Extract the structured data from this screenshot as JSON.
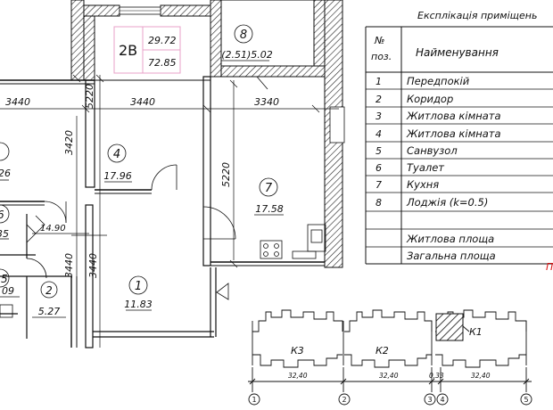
{
  "apartment": {
    "type": "2В",
    "living_area": "29.72",
    "total_area": "72.85"
  },
  "dimensions": {
    "d3440_left": "3440",
    "d3440_mid": "3440",
    "d3340": "3340",
    "v5220_top": "5220",
    "v3420": "3420",
    "v5220_right": "5220",
    "v3440_left": "3440",
    "v3440_mid": "3440",
    "h1490": "14.90"
  },
  "rooms": [
    {
      "num": "1",
      "area": "11.83"
    },
    {
      "num": "2",
      "area": "5.27"
    },
    {
      "num": "4",
      "area": "17.96"
    },
    {
      "num": "7",
      "area": "17.58"
    },
    {
      "num": "8",
      "area": "(2.51)5.02"
    }
  ],
  "cut_off_labels": {
    "room_left_area": "26",
    "room6_num": "6",
    "room6_area": "35",
    "room5_num": "5",
    "room5_area": "09"
  },
  "explication": {
    "title": "Експлікація приміщень",
    "col_num": [
      "№",
      "поз."
    ],
    "col_name": "Найменування",
    "rows": [
      {
        "num": "1",
        "name": "Передпокій"
      },
      {
        "num": "2",
        "name": "Коридор"
      },
      {
        "num": "3",
        "name": "Житлова кімната"
      },
      {
        "num": "4",
        "name": "Житлова кімната"
      },
      {
        "num": "5",
        "name": "Санвузол"
      },
      {
        "num": "6",
        "name": "Туалет"
      },
      {
        "num": "7",
        "name": "Кухня"
      },
      {
        "num": "8",
        "name": "Лоджія (k=0.5)"
      },
      {
        "num": "",
        "name": ""
      },
      {
        "num": "",
        "name": "Житлова площа"
      },
      {
        "num": "",
        "name": "Загальна площа"
      }
    ],
    "red_letter": "П"
  },
  "key_plan": {
    "sections": [
      "К3",
      "К2",
      "К1"
    ],
    "dims": [
      "32,40",
      "32,40",
      "0,33",
      "32,40"
    ],
    "axes": [
      "1",
      "2",
      "3",
      "4",
      "5"
    ]
  }
}
